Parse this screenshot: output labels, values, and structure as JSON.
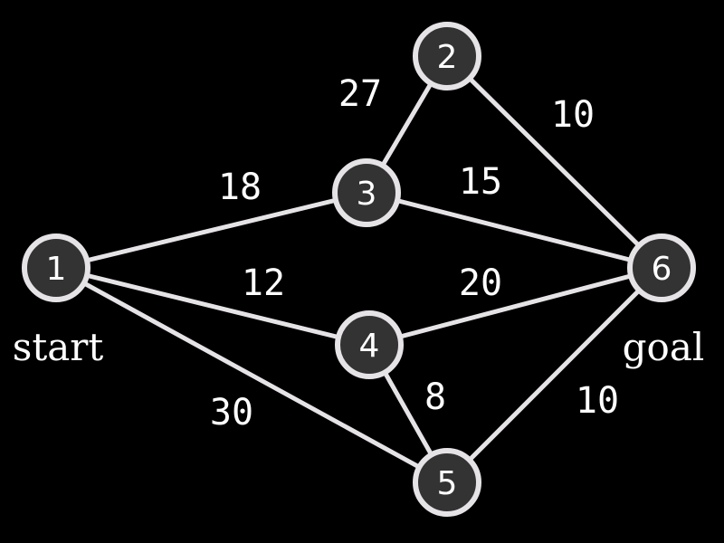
{
  "colors": {
    "background": "#000000",
    "edge": "#e6e3e6",
    "node_fill": "#333333",
    "node_stroke": "#e6e3e6",
    "text": "#ffffff"
  },
  "nodes": [
    {
      "id": "1",
      "label": "1"
    },
    {
      "id": "2",
      "label": "2"
    },
    {
      "id": "3",
      "label": "3"
    },
    {
      "id": "4",
      "label": "4"
    },
    {
      "id": "5",
      "label": "5"
    },
    {
      "id": "6",
      "label": "6"
    }
  ],
  "edges": [
    {
      "from": "1",
      "to": "3",
      "weight": "18"
    },
    {
      "from": "1",
      "to": "4",
      "weight": "12"
    },
    {
      "from": "1",
      "to": "5",
      "weight": "30"
    },
    {
      "from": "3",
      "to": "2",
      "weight": "27"
    },
    {
      "from": "2",
      "to": "6",
      "weight": "10"
    },
    {
      "from": "3",
      "to": "6",
      "weight": "15"
    },
    {
      "from": "4",
      "to": "6",
      "weight": "20"
    },
    {
      "from": "4",
      "to": "5",
      "weight": "8"
    },
    {
      "from": "5",
      "to": "6",
      "weight": "10"
    }
  ],
  "annotations": {
    "start": "start",
    "goal": "goal"
  }
}
